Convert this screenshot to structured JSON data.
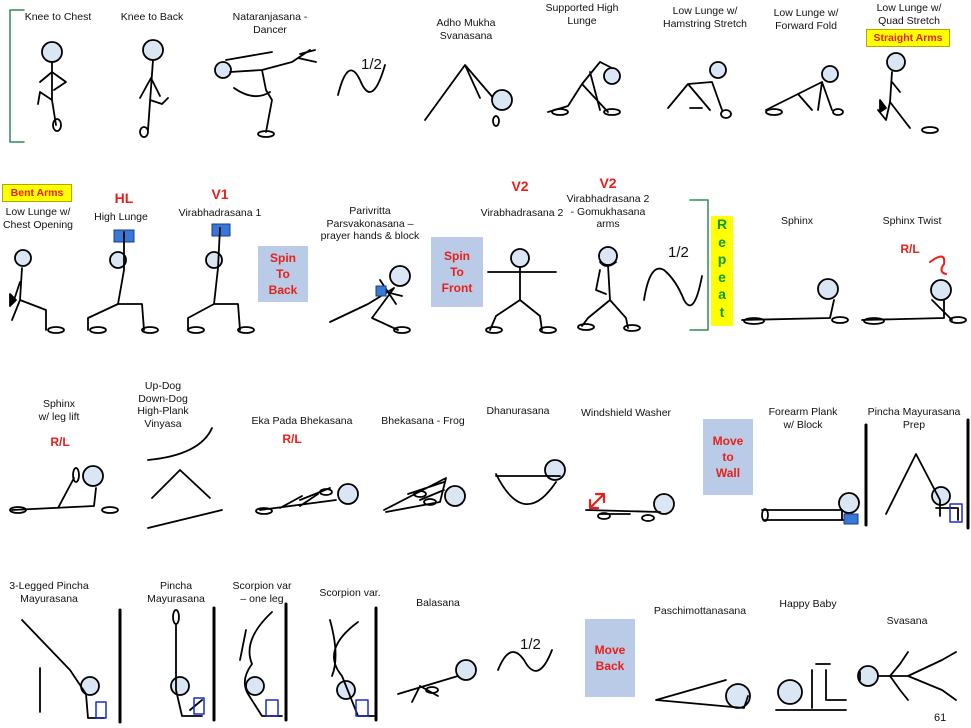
{
  "row1": {
    "knee_to_chest": "Knee to Chest",
    "knee_to_back": "Knee to Back",
    "natarajasana": "Nataranjasana -\nDancer",
    "half1": "1/2",
    "adho_mukha": "Adho Mukha\nSvanasana",
    "supported_lunge": "Supported High\nLunge",
    "low_lunge_hamstring": "Low Lunge w/\nHamstring Stretch",
    "low_lunge_forward": "Low Lunge w/\nForward Fold",
    "low_lunge_quad": "Low Lunge w/\nQuad Stretch",
    "straight_arms": "Straight Arms"
  },
  "row2": {
    "bent_arms": "Bent Arms",
    "low_lunge_chest": "Low Lunge w/\nChest Opening",
    "hl_tag": "HL",
    "high_lunge": "High Lunge",
    "v1_tag": "V1",
    "virabhadrasana1": "Virabhadrasana 1",
    "spin_to_back": "Spin\nTo\nBack",
    "parivritta": "Parivritta\nParsvakonasana –\nprayer hands & block",
    "spin_to_front": "Spin\nTo\nFront",
    "v2_tag_a": "V2",
    "virabhadrasana2": "Virabhadrasana 2",
    "v2_tag_b": "V2",
    "virabhadrasana2_gomukh": "Virabhadrasana 2\n- Gomukhasana\narms",
    "half2": "1/2",
    "repeat": "R\ne\np\ne\na\nt",
    "sphinx": "Sphinx",
    "sphinx_twist": "Sphinx Twist",
    "rl_a": "R/L"
  },
  "row3": {
    "sphinx_leg": "Sphinx\nw/ leg lift",
    "rl_b": "R/L",
    "vinyasa": "Up-Dog\nDown-Dog\nHigh-Plank\nVinyasa",
    "eka_pada": "Eka Pada Bhekasana",
    "rl_c": "R/L",
    "bhekasana": "Bhekasana - Frog",
    "dhanurasana": "Dhanurasana",
    "windshield": "Windshield Washer",
    "move_to_wall": "Move\nto\nWall",
    "forearm_plank": "Forearm Plank\nw/ Block",
    "pincha_prep": "Pincha Mayurasana\nPrep"
  },
  "row4": {
    "three_legged": "3-Legged Pincha\nMayurasana",
    "pincha": "Pincha\nMayurasana",
    "scorpion_one": "Scorpion var\n– one leg",
    "scorpion": "Scorpion var.",
    "balasana": "Balasana",
    "half3": "1/2",
    "move_back": "Move\nBack",
    "paschimottanasana": "Paschimottanasana",
    "happy_baby": "Happy Baby",
    "svasana": "Svasana"
  },
  "page_number": "61",
  "colors": {
    "accent_red": "#e8201a",
    "highlight_yellow": "#ffff00",
    "box_blue": "#b9cbe6",
    "bracket_green": "#2e8b57",
    "block_blue": "#3a78d8"
  }
}
